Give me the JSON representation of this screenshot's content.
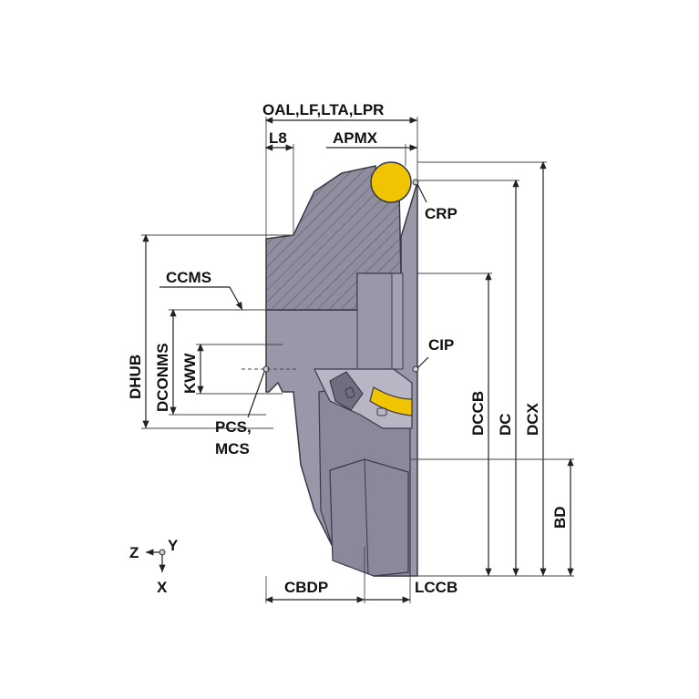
{
  "colors": {
    "body": "#9a98a8",
    "body_dark": "#7a7888",
    "hatch_bg": "#8f8d9e",
    "insert": "#f0c400",
    "outline": "#3a3848",
    "background": "#ffffff"
  },
  "labels": {
    "oal": "OAL,LF,LTA,LPR",
    "l8": "L8",
    "apmx": "APMX",
    "crp": "CRP",
    "ccms": "CCMS",
    "dhub": "DHUB",
    "dconms": "DCONMS",
    "kww": "KWW",
    "cip": "CIP",
    "pcs": "PCS,",
    "mcs": "MCS",
    "dccb": "DCCB",
    "dc": "DC",
    "dcx": "DCX",
    "bd": "BD",
    "cbdp": "CBDP",
    "lccb": "LCCB"
  },
  "axes": {
    "z": "Z",
    "y": "Y",
    "x": "X"
  }
}
